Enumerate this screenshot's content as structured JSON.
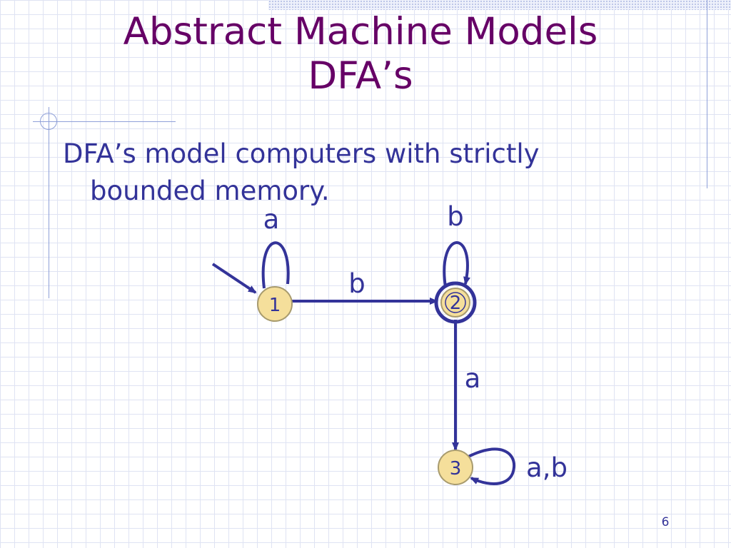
{
  "slide": {
    "title_line1": "Abstract Machine Models",
    "title_line2": "DFA’s",
    "bullet_line1": "DFA’s model computers with strictly",
    "bullet_line2": "bounded memory.",
    "page_number": "6"
  },
  "diagram": {
    "states": [
      {
        "id": "1",
        "label": "1",
        "start": true,
        "accepting": false
      },
      {
        "id": "2",
        "label": "2",
        "start": false,
        "accepting": true
      },
      {
        "id": "3",
        "label": "3",
        "start": false,
        "accepting": false
      }
    ],
    "transitions": [
      {
        "from": "1",
        "to": "1",
        "label": "a"
      },
      {
        "from": "1",
        "to": "2",
        "label": "b"
      },
      {
        "from": "2",
        "to": "2",
        "label": "b"
      },
      {
        "from": "2",
        "to": "3",
        "label": "a"
      },
      {
        "from": "3",
        "to": "3",
        "label": "a,b"
      }
    ],
    "colors": {
      "edge": "#333399",
      "state_fill": "#f5df9b",
      "state_stroke": "#a89b6e",
      "accepting_ring": "#333399",
      "title": "#660066",
      "text": "#333399"
    }
  }
}
